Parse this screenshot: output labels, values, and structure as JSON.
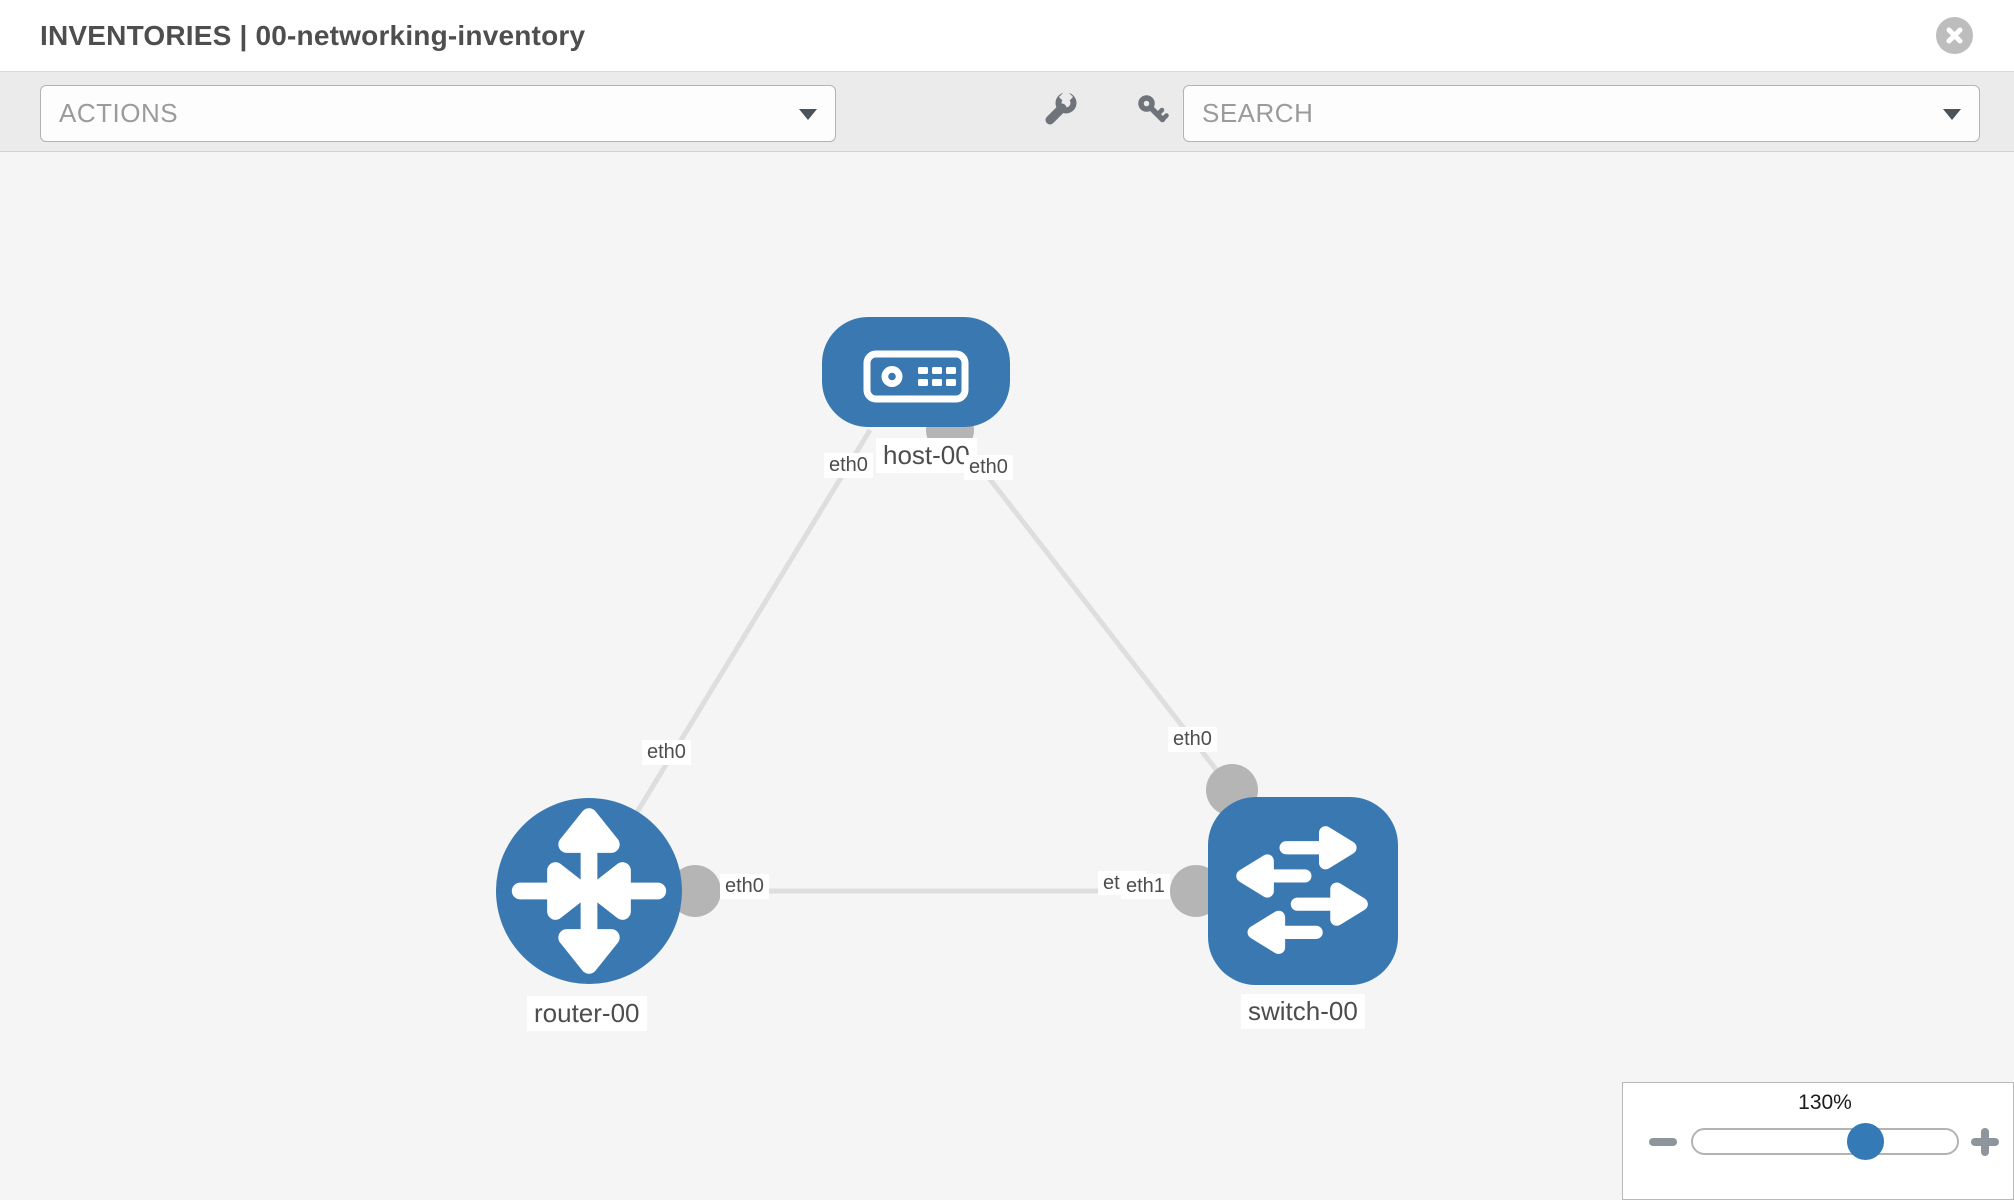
{
  "header": {
    "title": "INVENTORIES | 00-networking-inventory"
  },
  "toolbar": {
    "actions_label": "ACTIONS",
    "search_placeholder": "SEARCH"
  },
  "topology": {
    "nodes": [
      {
        "id": "host-00",
        "type": "host",
        "label": "host-00"
      },
      {
        "id": "router-00",
        "type": "router",
        "label": "router-00"
      },
      {
        "id": "switch-00",
        "type": "switch",
        "label": "switch-00"
      }
    ],
    "links": [
      {
        "from": "host-00",
        "to": "router-00",
        "from_if": "eth0",
        "to_if": "eth0"
      },
      {
        "from": "host-00",
        "to": "switch-00",
        "from_if": "eth0",
        "to_if": "eth0"
      },
      {
        "from": "router-00",
        "to": "switch-00",
        "from_if": "eth0",
        "to_if": "eth1",
        "overlap_label": "eth0"
      }
    ]
  },
  "zoom_control": {
    "level": "130%"
  },
  "colors": {
    "node_blue": "#3a78b2",
    "accent_blue": "#337ab7",
    "link_gray": "#dedede",
    "interface_gray": "#b5b5b5",
    "toolbar_gray": "#ebebeb"
  }
}
